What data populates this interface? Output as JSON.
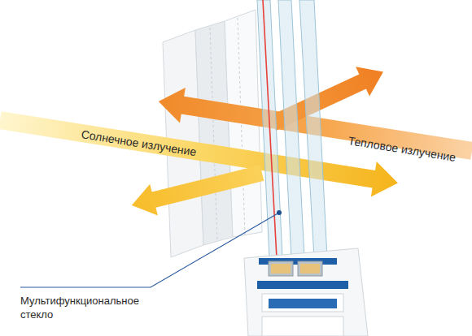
{
  "diagram": {
    "labels": [
      "Солнечное излучение",
      "Тепловое излучение",
      "Мультифункциональное стекло"
    ]
  }
}
